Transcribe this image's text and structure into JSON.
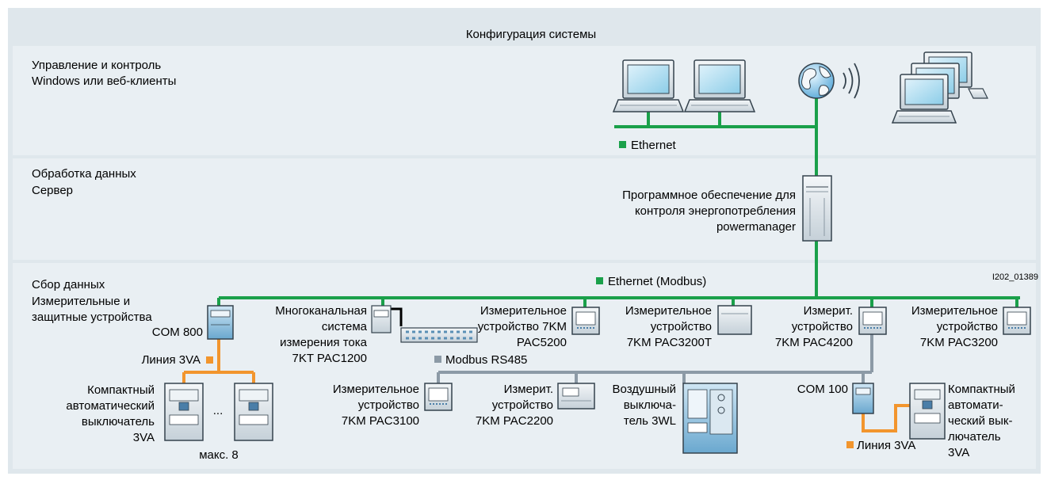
{
  "title": "Конфигурация системы",
  "figure_id": "I202_01389",
  "colors": {
    "ethernet": "#1aa04a",
    "modbus": "#8c9aa6",
    "line3va": "#f2952d",
    "panel_bg": "#e8eef2",
    "frame_bg": "#dfe7ec"
  },
  "layers": {
    "top": [
      "Управление и контроль",
      "Windows или веб-клиенты"
    ],
    "middle": [
      "Обработка данных",
      "Сервер"
    ],
    "bottom": [
      "Сбор данных",
      "Измерительные и",
      "защитные устройства"
    ]
  },
  "legends": {
    "ethernet": "Ethernet",
    "ethernet_modbus": "Ethernet (Modbus)",
    "modbus_rs485": "Modbus RS485",
    "line3va_left": "Линия 3VA",
    "line3va_right": "Линия 3VA"
  },
  "server_label": [
    "Программное обеспечение для",
    "контроля энергопотребления",
    "powermanager"
  ],
  "devices": {
    "com800": "COM 800",
    "multichannel": [
      "Многоканальная",
      "система",
      "измерения тока",
      "7KT PAC1200"
    ],
    "pac5200": [
      "Измерительное",
      "устройство 7KM",
      "PAC5200"
    ],
    "pac3200t": [
      "Измерительное",
      "устройство",
      "7KM PAC3200T"
    ],
    "pac4200": [
      "Измерит.",
      "устройство",
      "7KM PAC4200"
    ],
    "pac3200": [
      "Измерительное",
      "устройство",
      "7KM PAC3200"
    ],
    "breaker_left": [
      "Компактный",
      "автоматический",
      "выключатель",
      "3VA"
    ],
    "dots": "...",
    "max": "макс. 8",
    "pac3100": [
      "Измерительное",
      "устройство",
      "7KM PAC3100"
    ],
    "pac2200": [
      "Измерит.",
      "устройство",
      "7KM PAC2200"
    ],
    "air_breaker": [
      "Воздушный",
      "выключа-",
      "тель 3WL"
    ],
    "com100": "COM 100",
    "breaker_right": [
      "Компактный",
      "автомати-",
      "ческий вык-",
      "лючатель",
      "3VA"
    ]
  }
}
